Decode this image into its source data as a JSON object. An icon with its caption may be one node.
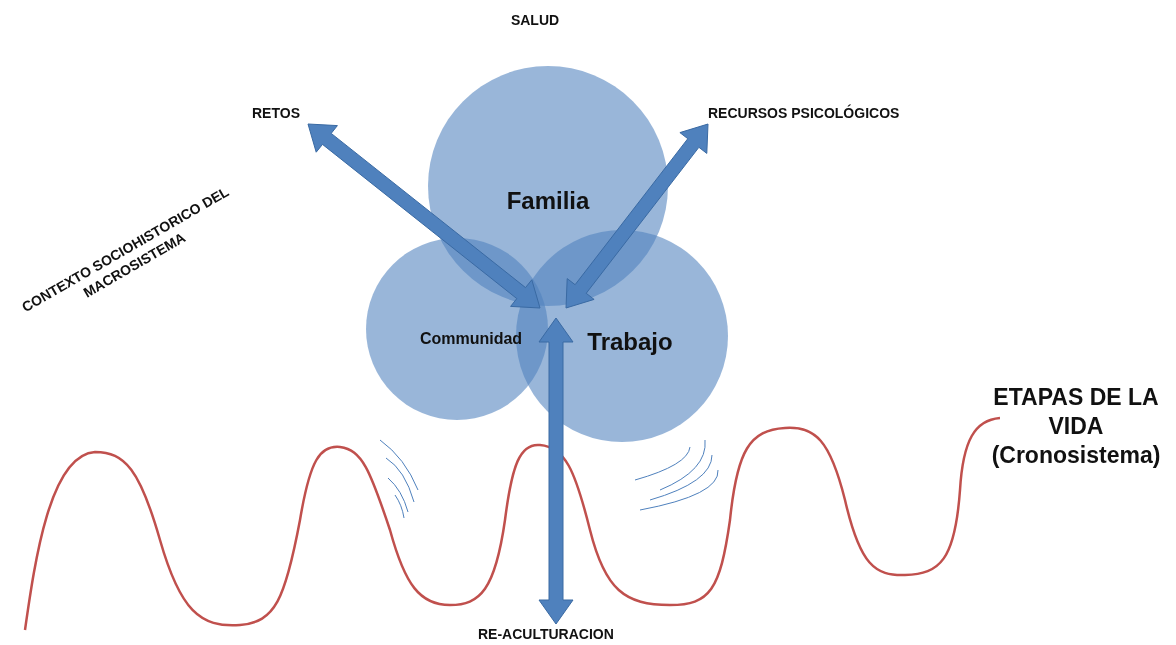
{
  "diagram": {
    "nodes": [
      {
        "text": [
          "Familia"
        ]
      },
      {
        "text": [
          "Communidad"
        ]
      },
      {
        "text": [
          "Trabajo"
        ]
      },
      {
        "text": [
          "RETOS"
        ]
      },
      {
        "text": [
          "RECURSOS PSICOLÓGICOS"
        ]
      },
      {
        "text": [
          "RE-ACULTURACION"
        ]
      }
    ],
    "edges": [
      {
        "from": null,
        "to": 3,
        "arrow": "both",
        "style": "thick"
      },
      {
        "from": null,
        "to": 4,
        "arrow": "both",
        "style": "thick"
      },
      {
        "from": null,
        "to": 5,
        "arrow": "both",
        "style": "thick"
      }
    ],
    "labels": [
      "SALUD",
      "CONTEXTO SOCIOHISTORICO DEL MACROSISTEMA",
      "ETAPAS DE LA VIDA (Cronosistema)"
    ]
  }
}
